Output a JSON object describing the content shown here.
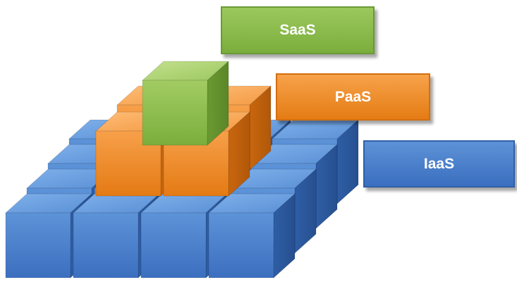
{
  "layers": {
    "saas": {
      "label": "SaaS",
      "color": "#8dbb4b"
    },
    "paas": {
      "label": "PaaS",
      "color": "#f0882a"
    },
    "iaas": {
      "label": "IaaS",
      "color": "#4a7fcb"
    }
  },
  "cube_stack": {
    "base_tier": {
      "color": "#4a7fcb",
      "rows": 4,
      "cols": 4
    },
    "middle_tier": {
      "color": "#f0882a",
      "rows": 2,
      "cols": 2
    },
    "top_tier": {
      "color": "#8dbb4b",
      "rows": 1,
      "cols": 1
    }
  }
}
